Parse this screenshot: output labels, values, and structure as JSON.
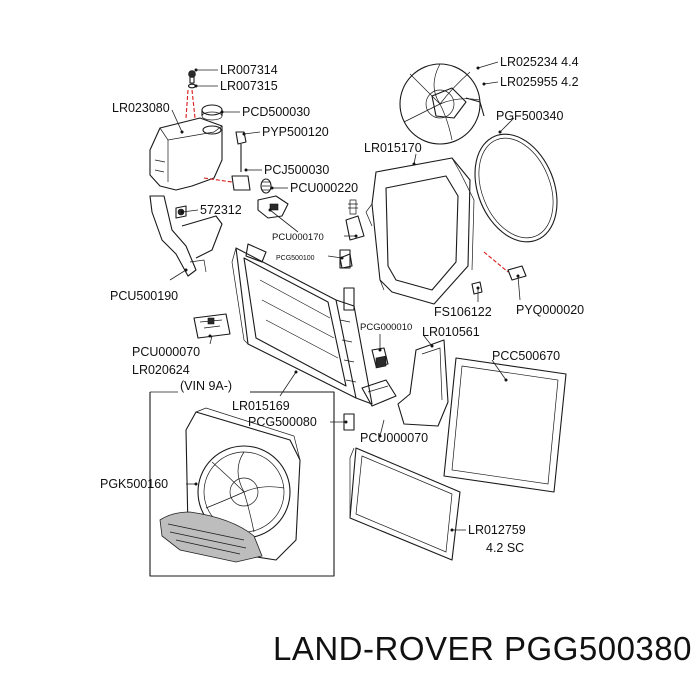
{
  "labels": {
    "lr007314": "LR007314",
    "lr007315": "LR007315",
    "lr023080": "LR023080",
    "pcd500030": "PCD500030",
    "pyp500120": "PYP500120",
    "pcj500030": "PCJ500030",
    "pcu000220": "PCU000220",
    "n572312": "572312",
    "pcu000170": "PCU000170",
    "pcg500100": "PCG500100",
    "pcu500190": "PCU500190",
    "pcu000070a": "PCU000070",
    "lr020624": "LR020624",
    "vin9a": "(VIN 9A-)",
    "lr015169": "LR015169",
    "pcg500080": "PCG500080",
    "pgk500160": "PGK500160",
    "lr025234": "LR025234 4.4",
    "lr025955": "LR025955 4.2",
    "pgf500340": "PGF500340",
    "lr015170": "LR015170",
    "fs106122": "FS106122",
    "pyq000020": "PYQ000020",
    "pcg000010": "PCG000010",
    "lr010561": "LR010561",
    "pcc500670": "PCC500670",
    "pcu000070b": "PCU000070",
    "lr012759": "LR012759",
    "sc42": "4.2 SC"
  },
  "footer": {
    "brand": "LAND-ROVER",
    "part_number": "PGG500380",
    "text": "LAND-ROVER PGG500380"
  }
}
